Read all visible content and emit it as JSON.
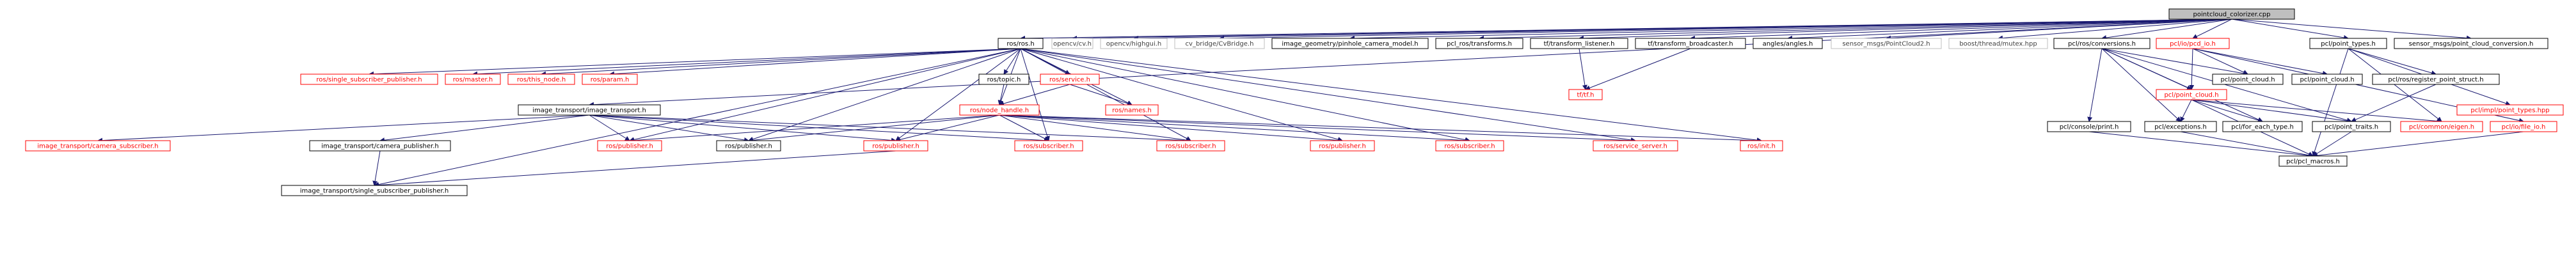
{
  "palette": {
    "root_fill": "#bfbfbf",
    "node_fill": "#ffffff",
    "resolved_border": "#000000",
    "resolved_text": "#000000",
    "missing_border": "#ff0000",
    "missing_text": "#ff0000",
    "external_border": "#bfbfbf",
    "external_text": "#404040",
    "edge_color": "#191970"
  },
  "nodes": [
    {
      "id": "root",
      "label": "pointcloud_colorizer.cpp",
      "kind": "root"
    },
    {
      "id": "ros_ros",
      "label": "ros/ros.h",
      "kind": "resolved"
    },
    {
      "id": "opencv_cv",
      "label": "opencv/cv.h",
      "kind": "external"
    },
    {
      "id": "opencv_highgui",
      "label": "opencv/highgui.h",
      "kind": "external"
    },
    {
      "id": "cv_bridge",
      "label": "cv_bridge/CvBridge.h",
      "kind": "external"
    },
    {
      "id": "pinhole",
      "label": "image_geometry/pinhole_camera_model.h",
      "kind": "resolved"
    },
    {
      "id": "pcl_ros_transforms",
      "label": "pcl_ros/transforms.h",
      "kind": "resolved"
    },
    {
      "id": "tf_listener",
      "label": "tf/transform_listener.h",
      "kind": "resolved"
    },
    {
      "id": "tf_broadcaster",
      "label": "tf/transform_broadcaster.h",
      "kind": "resolved"
    },
    {
      "id": "angles",
      "label": "angles/angles.h",
      "kind": "resolved"
    },
    {
      "id": "sensor_pc2",
      "label": "sensor_msgs/PointCloud2.h",
      "kind": "external"
    },
    {
      "id": "boost_mutex",
      "label": "boost/thread/mutex.hpp",
      "kind": "external"
    },
    {
      "id": "pcl_ros_conversions",
      "label": "pcl/ros/conversions.h",
      "kind": "resolved"
    },
    {
      "id": "pcl_io_pcd",
      "label": "pcl/io/pcd_io.h",
      "kind": "missing"
    },
    {
      "id": "pcl_point_types",
      "label": "pcl/point_types.h",
      "kind": "resolved"
    },
    {
      "id": "sensor_pc_conv",
      "label": "sensor_msgs/point_cloud_conversion.h",
      "kind": "resolved"
    },
    {
      "id": "single_sub_pub_h",
      "label": "ros/single_subscriber_publisher.h",
      "kind": "missing"
    },
    {
      "id": "ros_master",
      "label": "ros/master.h",
      "kind": "missing"
    },
    {
      "id": "ros_this_node",
      "label": "ros/this_node.h",
      "kind": "missing"
    },
    {
      "id": "ros_param",
      "label": "ros/param.h",
      "kind": "missing"
    },
    {
      "id": "ros_topic",
      "label": "ros/topic.h",
      "kind": "resolved"
    },
    {
      "id": "ros_service",
      "label": "ros/service.h",
      "kind": "missing"
    },
    {
      "id": "ros_names",
      "label": "ros/names.h",
      "kind": "missing"
    },
    {
      "id": "ros_node_handle",
      "label": "ros/node_handle.h",
      "kind": "missing"
    },
    {
      "id": "it_image_transport",
      "label": "image_transport/image_transport.h",
      "kind": "resolved"
    },
    {
      "id": "tf_tf",
      "label": "tf/tf.h",
      "kind": "missing"
    },
    {
      "id": "pcl_point_cloud_a",
      "label": "pcl/point_cloud.h",
      "kind": "resolved"
    },
    {
      "id": "pcl_point_cloud_b",
      "label": "pcl/point_cloud.h",
      "kind": "resolved"
    },
    {
      "id": "pcl_point_cloud_main",
      "label": "pcl/point_cloud.h",
      "kind": "missing"
    },
    {
      "id": "pcl_register",
      "label": "pcl/ros/register_point_struct.h",
      "kind": "resolved"
    },
    {
      "id": "pcl_impl_point_types",
      "label": "pcl/impl/point_types.hpp",
      "kind": "missing"
    },
    {
      "id": "pcl_console_print",
      "label": "pcl/console/print.h",
      "kind": "resolved"
    },
    {
      "id": "pcl_exceptions",
      "label": "pcl/exceptions.h",
      "kind": "resolved"
    },
    {
      "id": "pcl_for_each",
      "label": "pcl/for_each_type.h",
      "kind": "resolved"
    },
    {
      "id": "pcl_point_traits",
      "label": "pcl/point_traits.h",
      "kind": "resolved"
    },
    {
      "id": "pcl_common_eigen",
      "label": "pcl/common/eigen.h",
      "kind": "missing"
    },
    {
      "id": "pcl_io_file_io",
      "label": "pcl/io/file_io.h",
      "kind": "missing"
    },
    {
      "id": "pcl_macros",
      "label": "pcl/pcl_macros.h",
      "kind": "resolved"
    },
    {
      "id": "it_camera_subscriber",
      "label": "image_transport/camera_subscriber.h",
      "kind": "missing"
    },
    {
      "id": "it_camera_publisher",
      "label": "image_transport/camera_publisher.h",
      "kind": "resolved"
    },
    {
      "id": "ros_publisher_red",
      "label": "ros/publisher.h",
      "kind": "missing"
    },
    {
      "id": "ros_publisher_black",
      "label": "ros/publisher.h",
      "kind": "resolved"
    },
    {
      "id": "ros_publisher_r2",
      "label": "ros/publisher.h",
      "kind": "missing"
    },
    {
      "id": "ros_subscriber_r1",
      "label": "ros/subscriber.h",
      "kind": "missing"
    },
    {
      "id": "ros_subscriber_r2",
      "label": "ros/subscriber.h",
      "kind": "missing"
    },
    {
      "id": "ros_publisher_r3",
      "label": "ros/publisher.h",
      "kind": "missing"
    },
    {
      "id": "ros_subscriber_r3",
      "label": "ros/subscriber.h",
      "kind": "missing"
    },
    {
      "id": "ros_service_server",
      "label": "ros/service_server.h",
      "kind": "missing"
    },
    {
      "id": "ros_init",
      "label": "ros/init.h",
      "kind": "missing"
    },
    {
      "id": "it_single_sub_pub",
      "label": "image_transport/single_subscriber_publisher.h",
      "kind": "resolved"
    }
  ],
  "edges": [
    [
      "root",
      "ros_ros"
    ],
    [
      "root",
      "opencv_cv"
    ],
    [
      "root",
      "opencv_highgui"
    ],
    [
      "root",
      "cv_bridge"
    ],
    [
      "root",
      "pinhole"
    ],
    [
      "root",
      "pcl_ros_transforms"
    ],
    [
      "root",
      "tf_listener"
    ],
    [
      "root",
      "tf_broadcaster"
    ],
    [
      "root",
      "angles"
    ],
    [
      "root",
      "sensor_pc2"
    ],
    [
      "root",
      "boost_mutex"
    ],
    [
      "root",
      "pcl_ros_conversions"
    ],
    [
      "root",
      "pcl_io_pcd"
    ],
    [
      "root",
      "pcl_point_types"
    ],
    [
      "root",
      "sensor_pc_conv"
    ],
    [
      "root",
      "it_image_transport"
    ],
    [
      "ros_ros",
      "single_sub_pub_h"
    ],
    [
      "ros_ros",
      "ros_master"
    ],
    [
      "ros_ros",
      "ros_this_node"
    ],
    [
      "ros_ros",
      "ros_param"
    ],
    [
      "ros_ros",
      "ros_topic"
    ],
    [
      "ros_ros",
      "ros_service"
    ],
    [
      "ros_ros",
      "ros_names"
    ],
    [
      "ros_ros",
      "ros_node_handle"
    ],
    [
      "ros_ros",
      "ros_publisher_red"
    ],
    [
      "ros_ros",
      "ros_publisher_black"
    ],
    [
      "ros_ros",
      "ros_publisher_r2"
    ],
    [
      "ros_ros",
      "ros_subscriber_r1"
    ],
    [
      "ros_ros",
      "ros_subscriber_r2"
    ],
    [
      "ros_ros",
      "ros_publisher_r3"
    ],
    [
      "ros_ros",
      "ros_subscriber_r3"
    ],
    [
      "ros_ros",
      "ros_service_server"
    ],
    [
      "ros_ros",
      "ros_init"
    ],
    [
      "ros_ros",
      "it_single_sub_pub"
    ],
    [
      "ros_topic",
      "ros_node_handle"
    ],
    [
      "ros_service",
      "ros_node_handle"
    ],
    [
      "ros_service",
      "ros_names"
    ],
    [
      "ros_node_handle",
      "ros_publisher_red"
    ],
    [
      "ros_node_handle",
      "ros_publisher_black"
    ],
    [
      "ros_node_handle",
      "ros_publisher_r2"
    ],
    [
      "ros_node_handle",
      "ros_subscriber_r1"
    ],
    [
      "ros_node_handle",
      "ros_subscriber_r2"
    ],
    [
      "ros_node_handle",
      "ros_publisher_r3"
    ],
    [
      "ros_node_handle",
      "ros_subscriber_r3"
    ],
    [
      "ros_node_handle",
      "ros_service_server"
    ],
    [
      "ros_node_handle",
      "ros_init"
    ],
    [
      "tf_listener",
      "tf_tf"
    ],
    [
      "tf_broadcaster",
      "tf_tf"
    ],
    [
      "it_image_transport",
      "it_camera_subscriber"
    ],
    [
      "it_image_transport",
      "it_camera_publisher"
    ],
    [
      "it_image_transport",
      "ros_publisher_red"
    ],
    [
      "it_image_transport",
      "ros_publisher_black"
    ],
    [
      "it_image_transport",
      "ros_publisher_r2"
    ],
    [
      "it_image_transport",
      "ros_subscriber_r1"
    ],
    [
      "it_image_transport",
      "ros_subscriber_r2"
    ],
    [
      "it_camera_publisher",
      "it_single_sub_pub"
    ],
    [
      "ros_publisher_r2",
      "it_single_sub_pub"
    ],
    [
      "pcl_ros_conversions",
      "pcl_point_cloud_a"
    ],
    [
      "pcl_ros_conversions",
      "pcl_point_cloud_main"
    ],
    [
      "pcl_ros_conversions",
      "pcl_console_print"
    ],
    [
      "pcl_ros_conversions",
      "pcl_exceptions"
    ],
    [
      "pcl_ros_conversions",
      "pcl_for_each"
    ],
    [
      "pcl_ros_conversions",
      "pcl_point_traits"
    ],
    [
      "pcl_io_pcd",
      "pcl_point_cloud_a"
    ],
    [
      "pcl_io_pcd",
      "pcl_point_cloud_b"
    ],
    [
      "pcl_io_pcd",
      "pcl_point_cloud_main"
    ],
    [
      "pcl_io_pcd",
      "pcl_io_file_io"
    ],
    [
      "pcl_point_cloud_main",
      "pcl_exceptions"
    ],
    [
      "pcl_point_cloud_main",
      "pcl_for_each"
    ],
    [
      "pcl_point_cloud_main",
      "pcl_point_traits"
    ],
    [
      "pcl_point_cloud_main",
      "pcl_common_eigen"
    ],
    [
      "pcl_point_cloud_main",
      "pcl_macros"
    ],
    [
      "pcl_point_types",
      "pcl_register"
    ],
    [
      "pcl_point_types",
      "pcl_impl_point_types"
    ],
    [
      "pcl_point_types",
      "pcl_common_eigen"
    ],
    [
      "pcl_point_types",
      "pcl_macros"
    ],
    [
      "pcl_register",
      "pcl_point_traits"
    ],
    [
      "pcl_console_print",
      "pcl_macros"
    ],
    [
      "pcl_exceptions",
      "pcl_macros"
    ],
    [
      "pcl_point_traits",
      "pcl_macros"
    ],
    [
      "pcl_io_file_io",
      "pcl_macros"
    ]
  ]
}
